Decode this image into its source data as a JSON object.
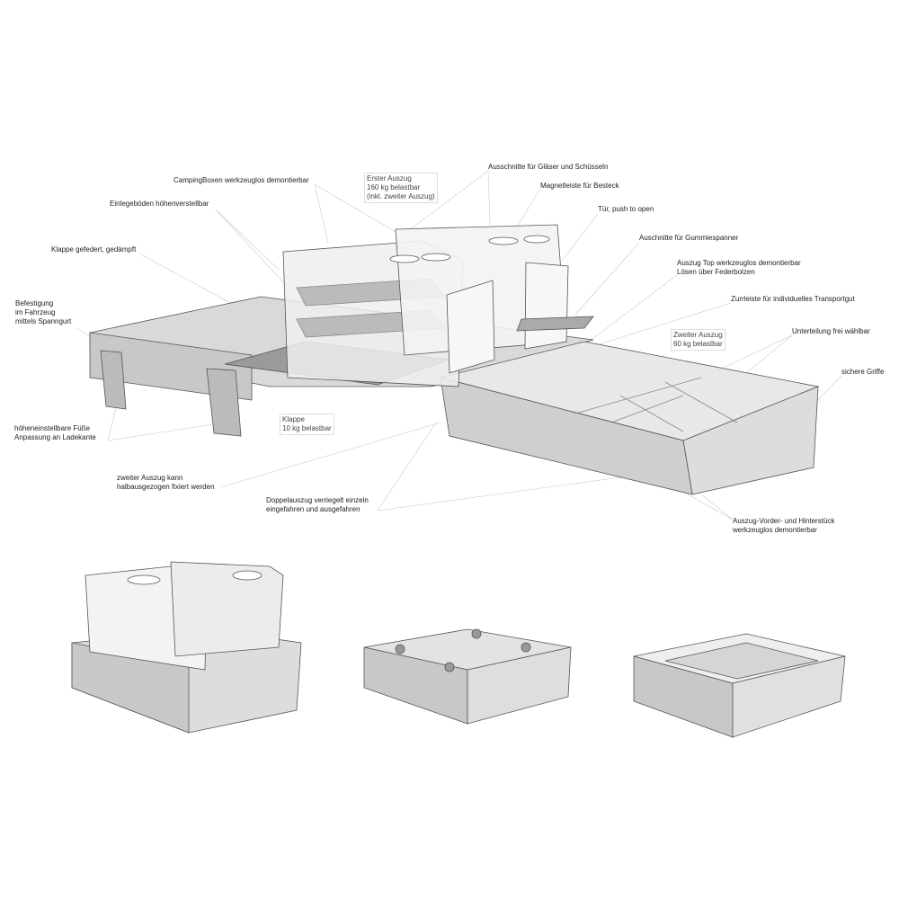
{
  "callouts": {
    "camping_boxen": "CampingBoxen werkzeuglos demontierbar",
    "erster_auszug": [
      "Erster Auszug",
      "160 kg belastbar",
      "(inkl. zweiter Auszug)"
    ],
    "einlegeboeden": "Einlegeböden höhenverstellbar",
    "klappe_gefedert": "Klappe gefedert, gedämpft",
    "befestigung": [
      "Befestigung",
      "im Fahrzeug",
      "mittels Spanngurt"
    ],
    "ausschnitte_glaeser": "Ausschnitte für Gläser und Schüsseln",
    "magnetleiste": "Magnetleiste für Besteck",
    "tuer": "Tür, push to open",
    "gummiespanner": "Auschnitte für Gummiespanner",
    "auszug_top": [
      "Auszug Top werkzeuglos demontierbar",
      "Lösen über Federbolzen"
    ],
    "zurrleiste": "Zurrleiste für individuelles Transportgut",
    "zweiter_auszug": [
      "Zweiter Auszug",
      "60 kg belastbar"
    ],
    "unterteilung": "Unterteilung frei wählbar",
    "griffe": "sichere Griffe",
    "fuesse": [
      "höheneinstellbare Füße",
      "Anpassung an Ladekante"
    ],
    "klappe_last": [
      "Klappe",
      "10 kg belastbar"
    ],
    "halbausgezogen": [
      "zweiter Auszug kann",
      "halbausgezogen fixiert werden"
    ],
    "doppelauszug": [
      "Doppelauszug verriegelt einzeln",
      "eingefahren und ausgefahren"
    ],
    "vorder_hinterstueck": [
      "Auszug-Vorder- und Hinterstück",
      "werkzeuglos demontierbar"
    ]
  }
}
